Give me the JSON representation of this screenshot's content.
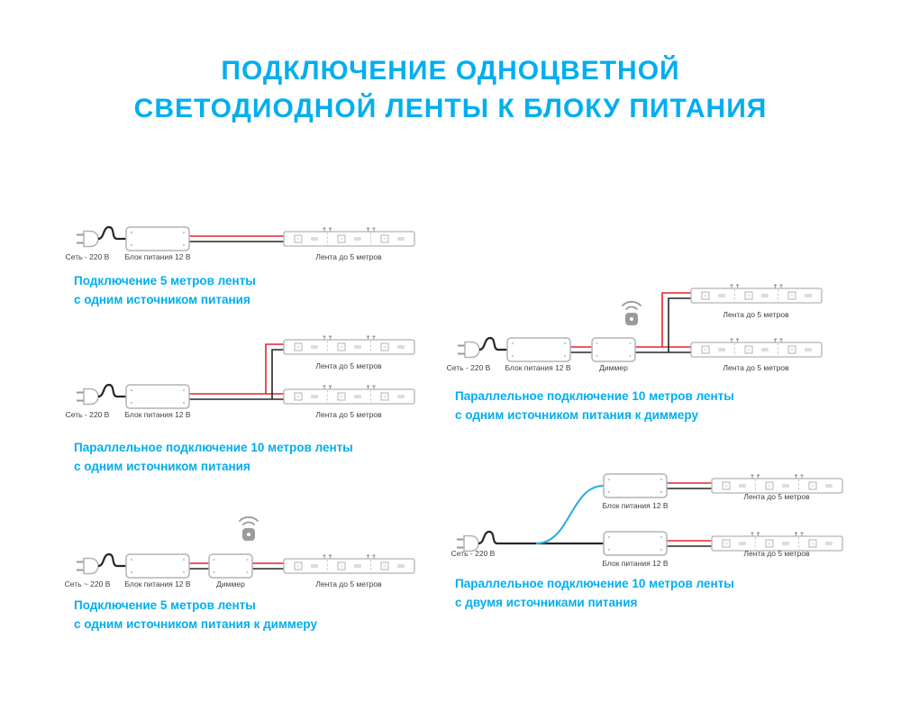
{
  "page": {
    "title_line1": "ПОДКЛЮЧЕНИЕ ОДНОЦВЕТНОЙ",
    "title_line2": "СВЕТОДИОДНОЙ ЛЕНТЫ К БЛОКУ ПИТАНИЯ"
  },
  "colors": {
    "accent": "#00AEEF",
    "wire_red": "#E4252B",
    "wire_black": "#262626",
    "wire_blue": "#29ABE2",
    "outline_gray": "#B3B3B3",
    "label_gray": "#404040"
  },
  "diagrams": [
    {
      "name": "single-5m-strip-one-psu",
      "labels": {
        "net": "Сеть - 220 В",
        "psu": "Блок питания 12 В",
        "strip": "Лента до 5 метров"
      },
      "caption_line1": "Подключение 5 метров ленты",
      "caption_line2": "с одним источником питания"
    },
    {
      "name": "parallel-10m-one-psu",
      "labels": {
        "net": "Сеть - 220 В",
        "psu": "Блок питания 12 В",
        "strip_top": "Лента до 5 метров",
        "strip_bottom": "Лента до 5 метров"
      },
      "caption_line1": "Параллельное подключение 10 метров ленты",
      "caption_line2": "с одним источником питания"
    },
    {
      "name": "single-5m-one-psu-dimmer",
      "labels": {
        "net": "Сеть ~ 220 В",
        "psu": "Блок питания 12 В",
        "dimmer": "Диммер",
        "strip": "Лента до 5 метров"
      },
      "caption_line1": "Подключение 5 метров ленты",
      "caption_line2": "с одним источником питания к диммеру"
    },
    {
      "name": "parallel-10m-one-psu-dimmer",
      "labels": {
        "net": "Сеть - 220 В",
        "psu": "Блок питания 12 В",
        "dimmer": "Диммер",
        "strip_top": "Лента до 5 метров",
        "strip_bottom": "Лента до 5 метров"
      },
      "caption_line1": "Параллельное подключение 10 метров ленты",
      "caption_line2": "с одним источником питания к диммеру"
    },
    {
      "name": "parallel-10m-two-psu",
      "labels": {
        "net": "Сеть - 220 В",
        "psu_top": "Блок питания 12 В",
        "psu_bottom": "Блок питания 12 В",
        "strip_top": "Лента до 5 метров",
        "strip_bottom": "Лента до 5 метров"
      },
      "caption_line1": "Параллельное подключение 10 метров ленты",
      "caption_line2": "с двумя источниками питания"
    }
  ]
}
